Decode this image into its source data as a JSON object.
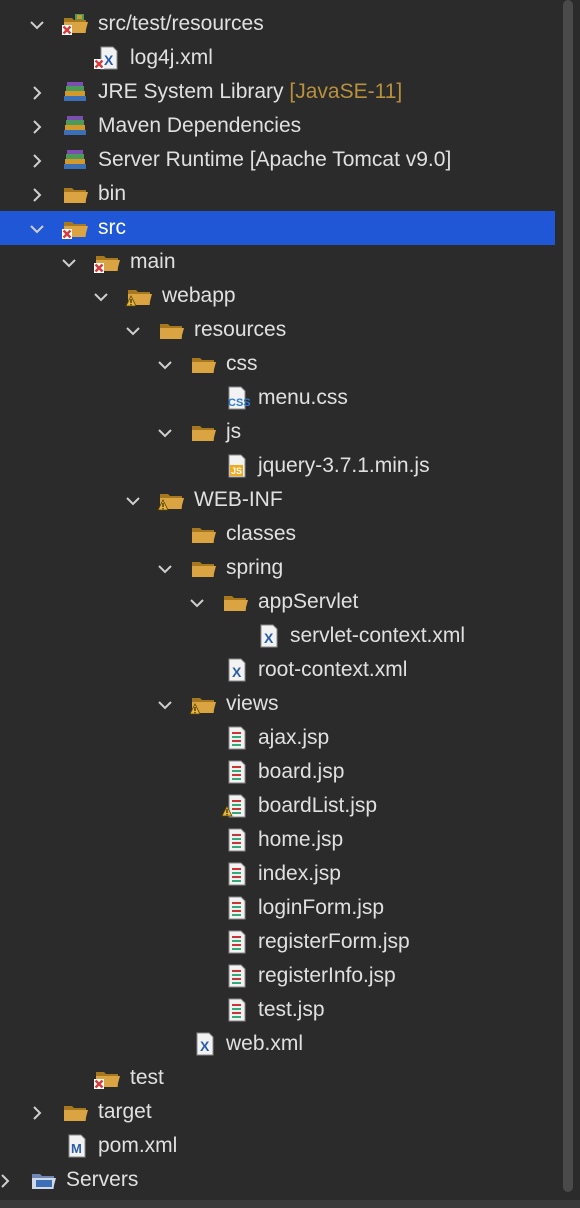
{
  "tree": {
    "rows": [
      {
        "name": "tree-row-src-test-resources",
        "label": "src/test/resources",
        "decoration": "",
        "depth": 1,
        "icon": "source-folder-error-icon",
        "expander": "expanded",
        "selected": false
      },
      {
        "name": "tree-row-log4j-xml",
        "label": "log4j.xml",
        "decoration": "",
        "depth": 2,
        "icon": "xml-file-error-icon",
        "expander": "none",
        "selected": false
      },
      {
        "name": "tree-row-jre-system-library",
        "label": "JRE System Library",
        "decoration": "[JavaSE-11]",
        "depth": 1,
        "icon": "library-icon",
        "expander": "collapsed",
        "selected": false
      },
      {
        "name": "tree-row-maven-dependencies",
        "label": "Maven Dependencies",
        "decoration": "",
        "depth": 1,
        "icon": "library-icon",
        "expander": "collapsed",
        "selected": false
      },
      {
        "name": "tree-row-server-runtime",
        "label": "Server Runtime [Apache Tomcat v9.0]",
        "decoration": "",
        "depth": 1,
        "icon": "library-icon",
        "expander": "collapsed",
        "selected": false
      },
      {
        "name": "tree-row-bin",
        "label": "bin",
        "decoration": "",
        "depth": 1,
        "icon": "folder-icon",
        "expander": "collapsed",
        "selected": false
      },
      {
        "name": "tree-row-src",
        "label": "src",
        "decoration": "",
        "depth": 1,
        "icon": "folder-error-icon",
        "expander": "expanded",
        "selected": true
      },
      {
        "name": "tree-row-main",
        "label": "main",
        "decoration": "",
        "depth": 2,
        "icon": "folder-error-icon",
        "expander": "expanded",
        "selected": false
      },
      {
        "name": "tree-row-webapp",
        "label": "webapp",
        "decoration": "",
        "depth": 3,
        "icon": "folder-warning-icon",
        "expander": "expanded",
        "selected": false
      },
      {
        "name": "tree-row-resources",
        "label": "resources",
        "decoration": "",
        "depth": 4,
        "icon": "folder-icon",
        "expander": "expanded",
        "selected": false
      },
      {
        "name": "tree-row-css",
        "label": "css",
        "decoration": "",
        "depth": 5,
        "icon": "folder-icon",
        "expander": "expanded",
        "selected": false
      },
      {
        "name": "tree-row-menu-css",
        "label": "menu.css",
        "decoration": "",
        "depth": 6,
        "icon": "css-file-icon",
        "expander": "none",
        "selected": false
      },
      {
        "name": "tree-row-js",
        "label": "js",
        "decoration": "",
        "depth": 5,
        "icon": "folder-icon",
        "expander": "expanded",
        "selected": false
      },
      {
        "name": "tree-row-jquery",
        "label": "jquery-3.7.1.min.js",
        "decoration": "",
        "depth": 6,
        "icon": "js-file-icon",
        "expander": "none",
        "selected": false
      },
      {
        "name": "tree-row-web-inf",
        "label": "WEB-INF",
        "decoration": "",
        "depth": 4,
        "icon": "folder-warning-icon",
        "expander": "expanded",
        "selected": false
      },
      {
        "name": "tree-row-classes",
        "label": "classes",
        "decoration": "",
        "depth": 5,
        "icon": "folder-icon",
        "expander": "none",
        "selected": false
      },
      {
        "name": "tree-row-spring",
        "label": "spring",
        "decoration": "",
        "depth": 5,
        "icon": "folder-icon",
        "expander": "expanded",
        "selected": false
      },
      {
        "name": "tree-row-appservlet",
        "label": "appServlet",
        "decoration": "",
        "depth": 6,
        "icon": "folder-icon",
        "expander": "expanded",
        "selected": false
      },
      {
        "name": "tree-row-servlet-context",
        "label": "servlet-context.xml",
        "decoration": "",
        "depth": 7,
        "icon": "xml-file-icon",
        "expander": "none",
        "selected": false
      },
      {
        "name": "tree-row-root-context",
        "label": "root-context.xml",
        "decoration": "",
        "depth": 6,
        "icon": "xml-file-icon",
        "expander": "none",
        "selected": false
      },
      {
        "name": "tree-row-views",
        "label": "views",
        "decoration": "",
        "depth": 5,
        "icon": "folder-warning-icon",
        "expander": "expanded",
        "selected": false
      },
      {
        "name": "tree-row-ajax-jsp",
        "label": "ajax.jsp",
        "decoration": "",
        "depth": 6,
        "icon": "jsp-file-icon",
        "expander": "none",
        "selected": false
      },
      {
        "name": "tree-row-board-jsp",
        "label": "board.jsp",
        "decoration": "",
        "depth": 6,
        "icon": "jsp-file-icon",
        "expander": "none",
        "selected": false
      },
      {
        "name": "tree-row-boardlist-jsp",
        "label": "boardList.jsp",
        "decoration": "",
        "depth": 6,
        "icon": "jsp-file-warning-icon",
        "expander": "none",
        "selected": false
      },
      {
        "name": "tree-row-home-jsp",
        "label": "home.jsp",
        "decoration": "",
        "depth": 6,
        "icon": "jsp-file-icon",
        "expander": "none",
        "selected": false
      },
      {
        "name": "tree-row-index-jsp",
        "label": "index.jsp",
        "decoration": "",
        "depth": 6,
        "icon": "jsp-file-icon",
        "expander": "none",
        "selected": false
      },
      {
        "name": "tree-row-loginform-jsp",
        "label": "loginForm.jsp",
        "decoration": "",
        "depth": 6,
        "icon": "jsp-file-icon",
        "expander": "none",
        "selected": false
      },
      {
        "name": "tree-row-registerform-jsp",
        "label": "registerForm.jsp",
        "decoration": "",
        "depth": 6,
        "icon": "jsp-file-icon",
        "expander": "none",
        "selected": false
      },
      {
        "name": "tree-row-registerinfo-jsp",
        "label": "registerInfo.jsp",
        "decoration": "",
        "depth": 6,
        "icon": "jsp-file-icon",
        "expander": "none",
        "selected": false
      },
      {
        "name": "tree-row-test-jsp",
        "label": "test.jsp",
        "decoration": "",
        "depth": 6,
        "icon": "jsp-file-icon",
        "expander": "none",
        "selected": false
      },
      {
        "name": "tree-row-web-xml",
        "label": "web.xml",
        "decoration": "",
        "depth": 5,
        "icon": "xml-file-icon",
        "expander": "none",
        "selected": false
      },
      {
        "name": "tree-row-test",
        "label": "test",
        "decoration": "",
        "depth": 2,
        "icon": "folder-error-icon",
        "expander": "none",
        "selected": false
      },
      {
        "name": "tree-row-target",
        "label": "target",
        "decoration": "",
        "depth": 1,
        "icon": "folder-icon",
        "expander": "collapsed",
        "selected": false
      },
      {
        "name": "tree-row-pom-xml",
        "label": "pom.xml",
        "decoration": "",
        "depth": 1,
        "icon": "maven-file-icon",
        "expander": "none",
        "selected": false
      },
      {
        "name": "tree-row-servers",
        "label": "Servers",
        "decoration": "",
        "depth": 0,
        "icon": "server-folder-icon",
        "expander": "collapsed",
        "selected": false
      }
    ]
  },
  "colors": {
    "background": "#2b2b2b",
    "selection": "#1f57d6",
    "text": "#e0e0e0",
    "decoration": "#b8913d",
    "folder": "#d9a441",
    "error": "#d63b3b",
    "warning": "#e8b53a"
  }
}
